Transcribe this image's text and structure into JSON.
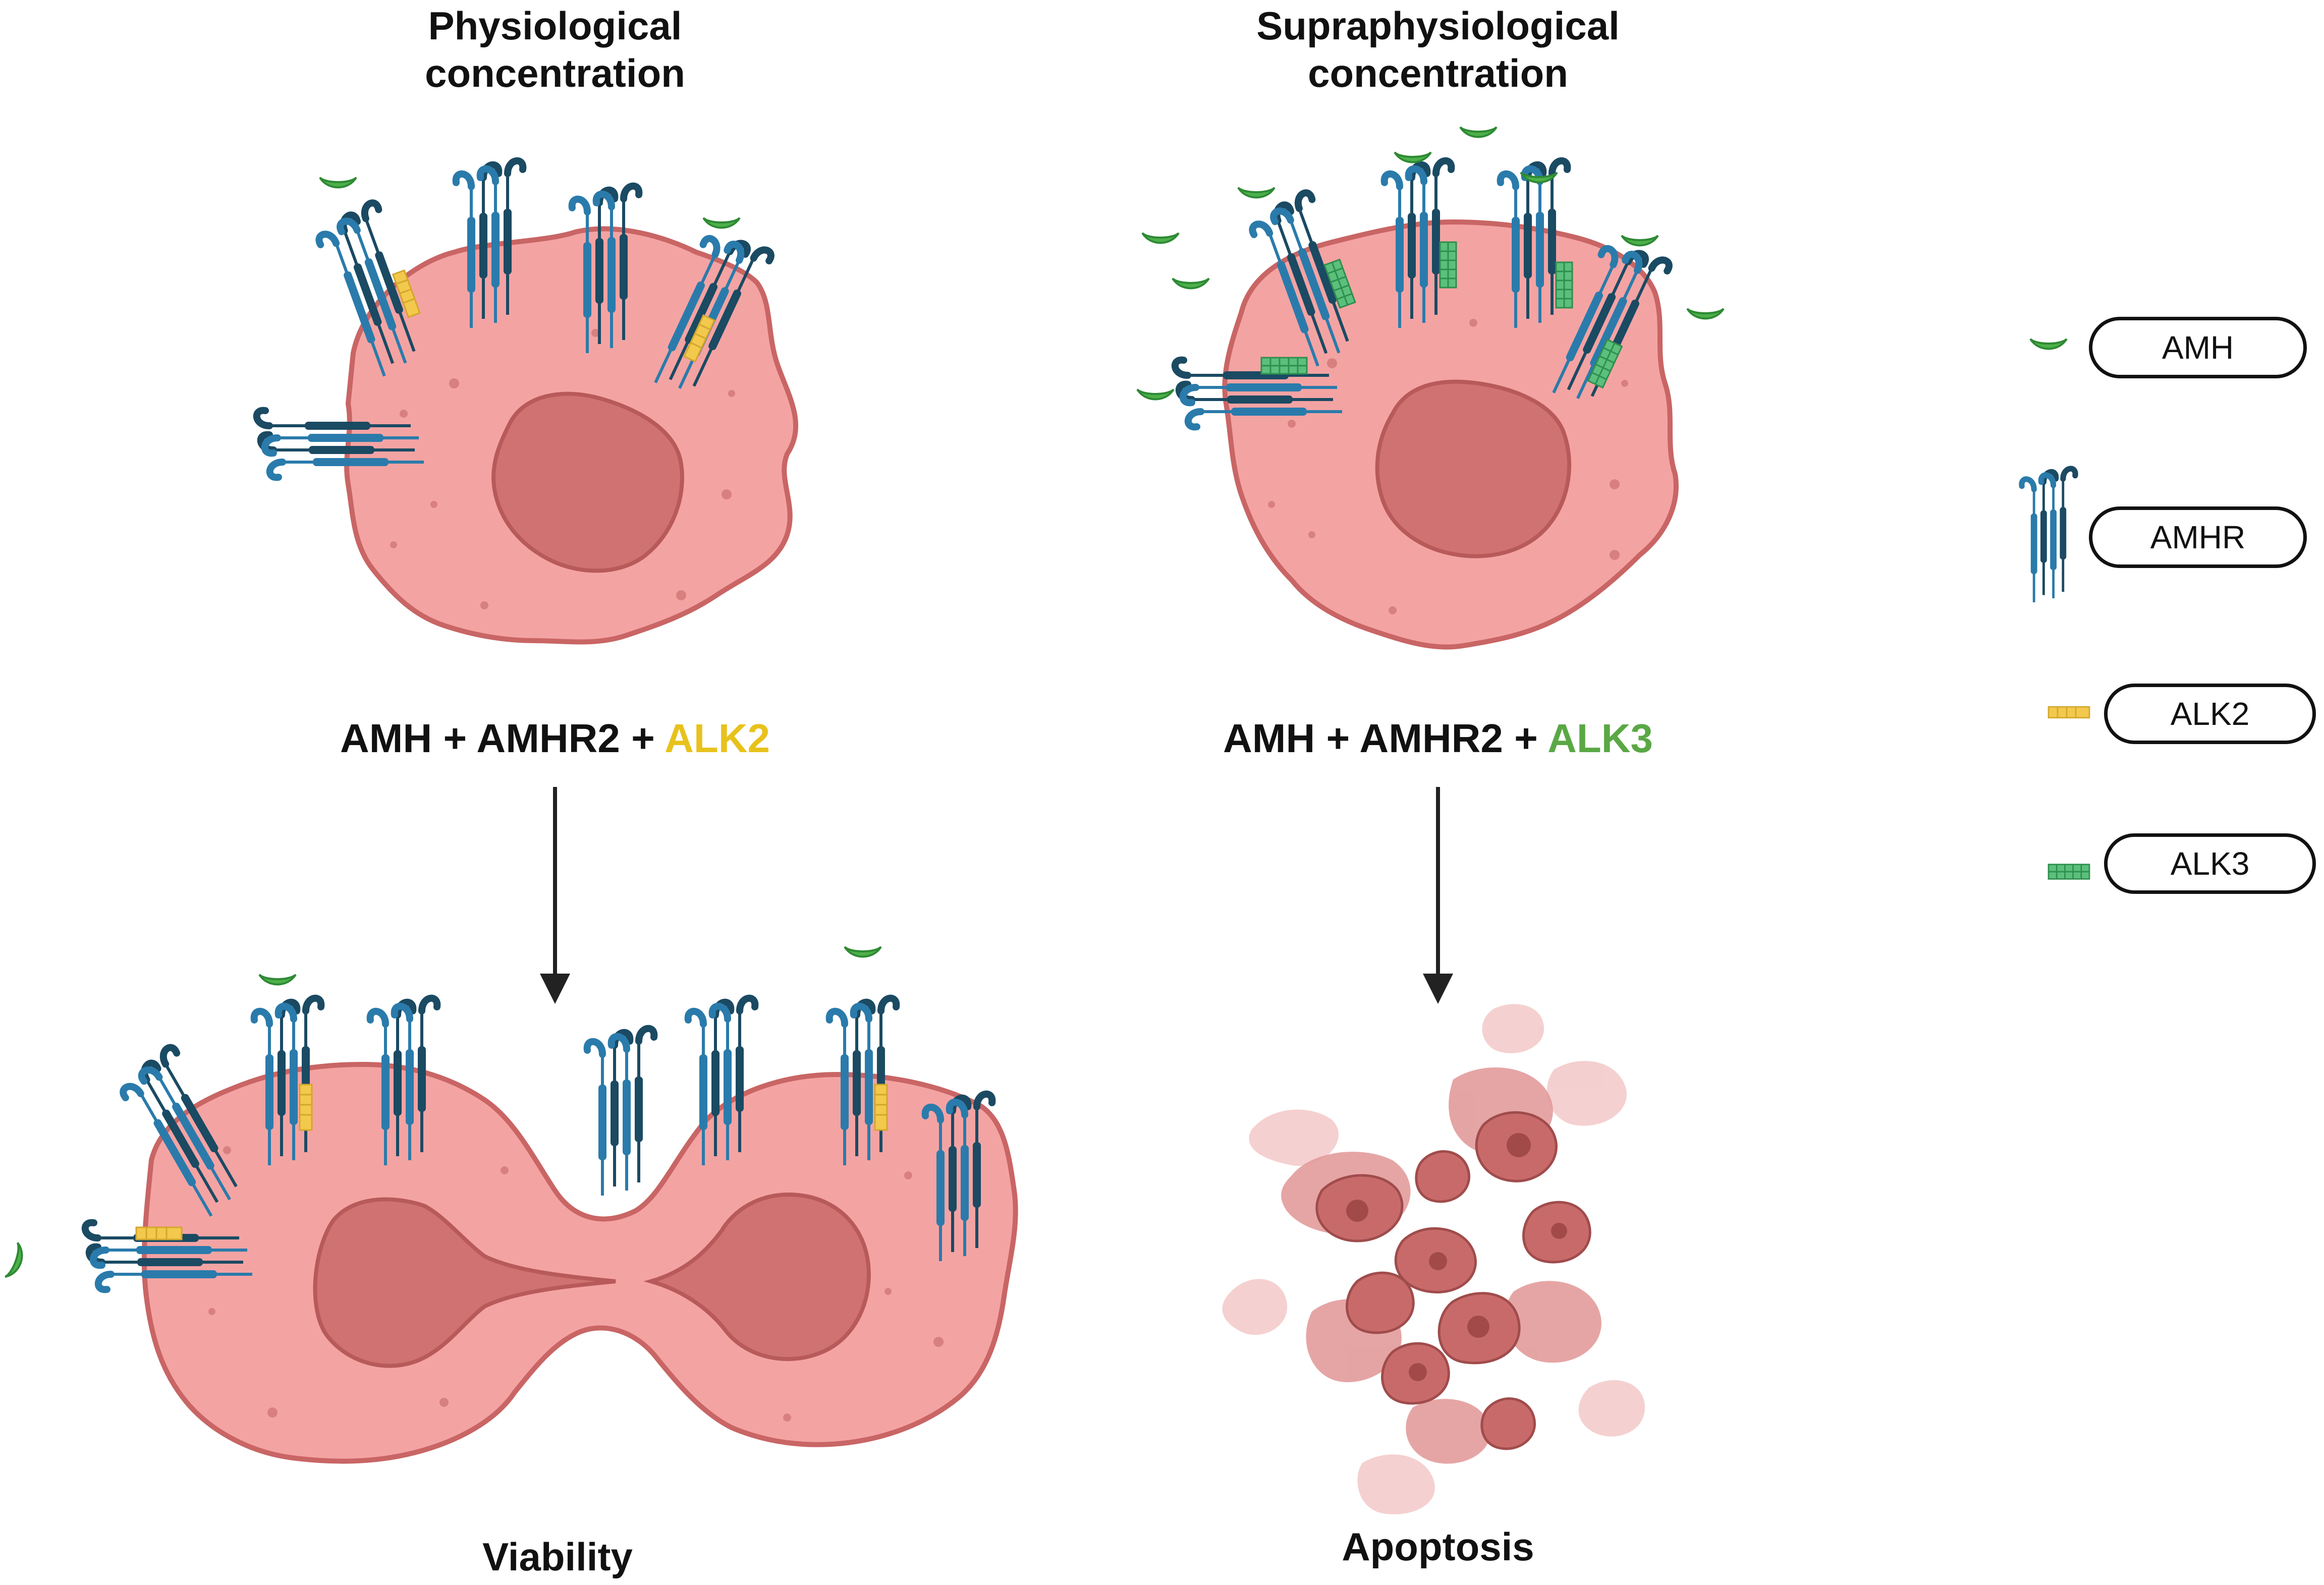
{
  "panels": {
    "left_title_line1": "Physiological",
    "left_title_line2": "concentration",
    "right_title_line1": "Supraphysiological",
    "right_title_line2": "concentration"
  },
  "formulas": {
    "left": {
      "part1": "AMH + AMHR2 + ",
      "alk": "ALK2"
    },
    "right": {
      "part1": "AMH + AMHR2 + ",
      "alk": "ALK3"
    }
  },
  "outcomes": {
    "left": "Viability",
    "right": "Apoptosis"
  },
  "legend": {
    "amh": "AMH",
    "amhr": "AMHR",
    "alk2": "ALK2",
    "alk3": "ALK3"
  },
  "colors": {
    "cell_fill": "#f4a3a3",
    "cell_stroke": "#c96565",
    "nucleus_fill": "#d07272",
    "receptor_dark": "#1b4a63",
    "receptor_blue": "#2a7bab",
    "amh_green": "#4db04a",
    "alk2_yellow": "#f2c94c",
    "alk3_green": "#5cc07c",
    "alk2_text": "#e8c21c",
    "alk3_text": "#5aa845"
  },
  "icons": [
    "amh-ligand-icon",
    "amhr-receptor-icon",
    "alk2-receptor-icon",
    "alk3-receptor-icon",
    "down-arrow-icon"
  ]
}
